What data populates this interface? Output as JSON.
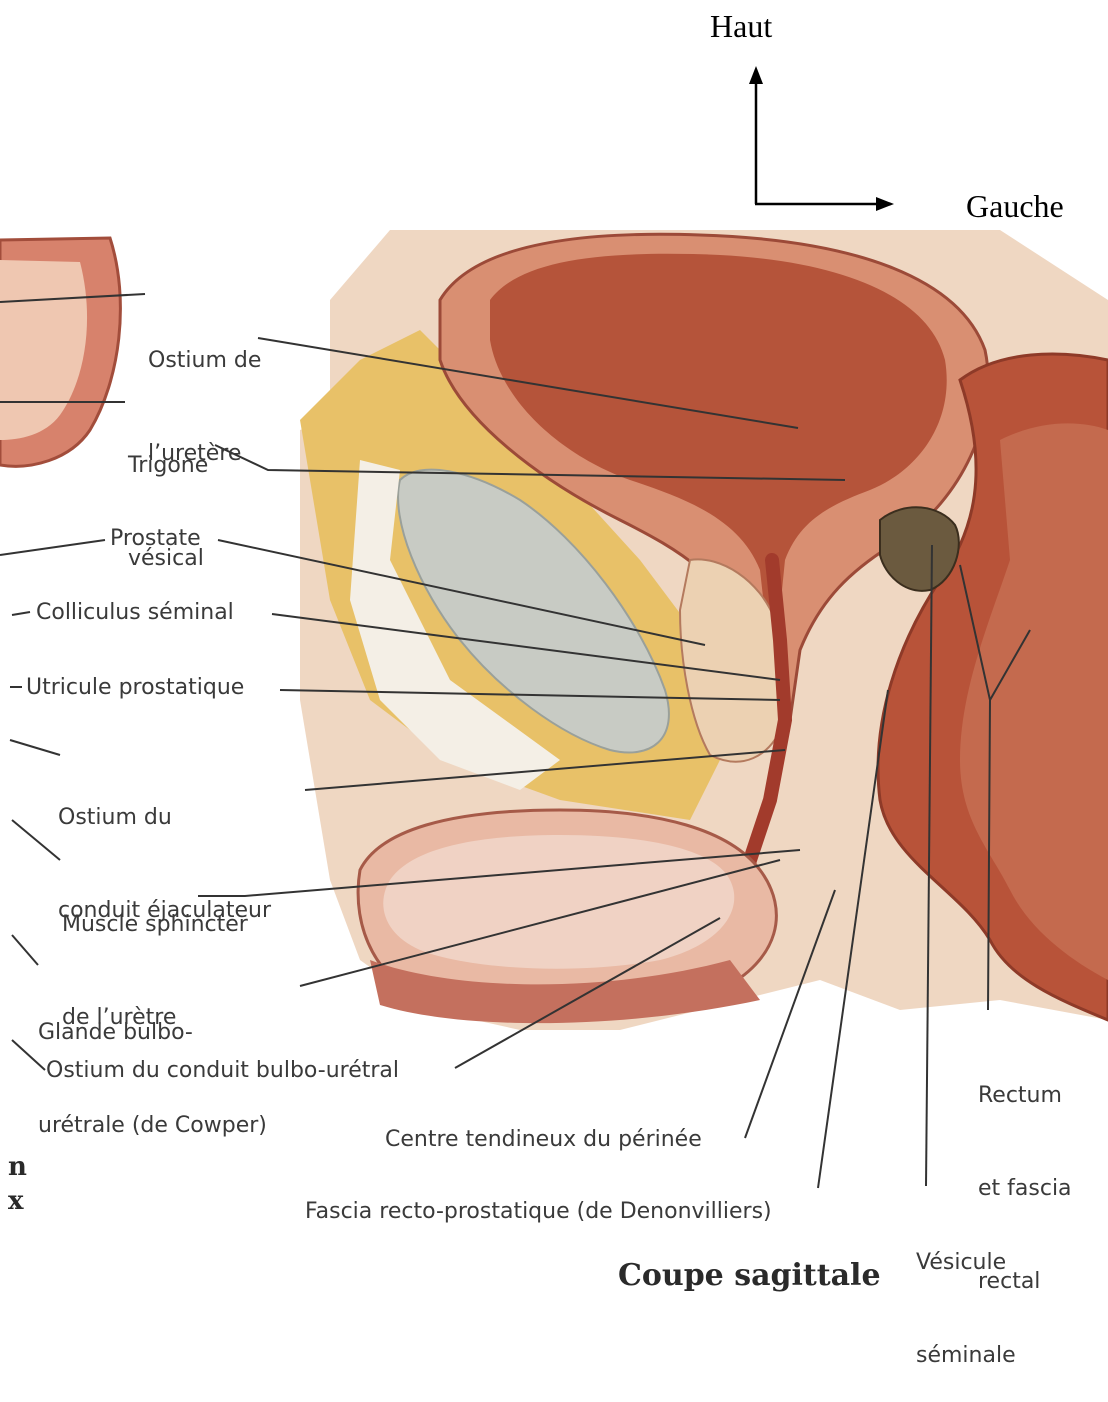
{
  "orientation": {
    "up_label": "Haut",
    "right_label": "Gauche"
  },
  "labels": {
    "ostium_ureter": [
      "Ostium de",
      "l’uretère"
    ],
    "trigone": [
      "Trigone",
      "vésical"
    ],
    "prostate": "Prostate",
    "colliculus": "Colliculus séminal",
    "utricule": "Utricule prostatique",
    "ostium_ejac": [
      "Ostium du",
      "conduit éjaculateur"
    ],
    "sphincter": [
      "Muscle sphincter",
      "de l’urètre"
    ],
    "glande": [
      "Glande bulbo-",
      "urétrale (de Cowper)"
    ],
    "ostium_bulbo": "Ostium du conduit bulbo-urétral",
    "centre_tendineux": "Centre tendineux du périnée",
    "fascia": "Fascia recto-prostatique (de Denonvilliers)",
    "rectum": [
      "Rectum",
      "et fascia",
      "rectal"
    ],
    "vesicule": [
      "Vésicule",
      "séminale"
    ]
  },
  "edge_fragment": [
    "n",
    "x"
  ],
  "caption": "Coupe sagittale",
  "colors": {
    "bladder": "#b8573a",
    "muscle": "#c9756a",
    "fat": "#e9c46a",
    "bone": "#c9cbc4",
    "rectum": "#b84e38",
    "skin": "#f2d9c4",
    "leader": "#333333"
  }
}
